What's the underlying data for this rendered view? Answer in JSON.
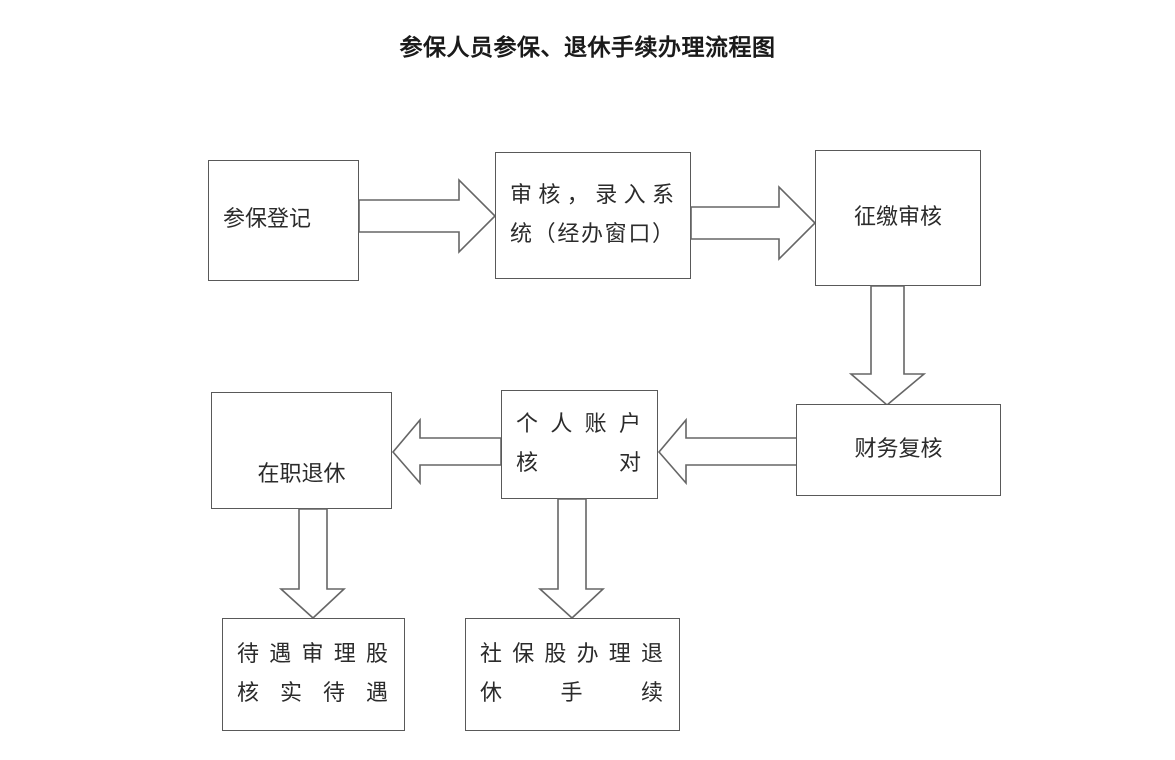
{
  "document": {
    "title": "参保人员参保、退休手续办理流程图",
    "background_color": "#ffffff",
    "line_color": "#666666",
    "text_color": "#2b2b2b"
  },
  "flowchart": {
    "type": "process-flow",
    "nodes": [
      {
        "id": "canbao-dengji",
        "label": "参保登记",
        "row": 1,
        "col": 1
      },
      {
        "id": "shenhe-luru",
        "label": "审核，录入系\n统（经办窗口）",
        "row": 1,
        "col": 2
      },
      {
        "id": "zhengjiao-shenhe",
        "label": "征缴审核",
        "row": 1,
        "col": 3
      },
      {
        "id": "caiwu-fuhe",
        "label": "财务复核",
        "row": 2,
        "col": 3
      },
      {
        "id": "geren-zhanghu",
        "label": "个人账户\n核对",
        "row": 2,
        "col": 2
      },
      {
        "id": "zaizhi-tuixiu",
        "label": "在职退休",
        "row": 2,
        "col": 1
      },
      {
        "id": "daiyu-shenli",
        "label": "待遇审理股\n核实待遇",
        "row": 3,
        "col": 1
      },
      {
        "id": "shebao-gu",
        "label": "社保股办理退\n休手续",
        "row": 3,
        "col": 2
      }
    ],
    "edges": [
      {
        "id": "e1",
        "from": "canbao-dengji",
        "to": "shenhe-luru",
        "direction": "right",
        "style": "block-arrow"
      },
      {
        "id": "e2",
        "from": "shenhe-luru",
        "to": "zhengjiao-shenhe",
        "direction": "right",
        "style": "block-arrow"
      },
      {
        "id": "e3",
        "from": "zhengjiao-shenhe",
        "to": "caiwu-fuhe",
        "direction": "down",
        "style": "block-arrow"
      },
      {
        "id": "e4",
        "from": "caiwu-fuhe",
        "to": "geren-zhanghu",
        "direction": "left",
        "style": "block-arrow"
      },
      {
        "id": "e5",
        "from": "geren-zhanghu",
        "to": "zaizhi-tuixiu",
        "direction": "left",
        "style": "block-arrow"
      },
      {
        "id": "e6",
        "from": "zaizhi-tuixiu",
        "to": "daiyu-shenli",
        "direction": "down",
        "style": "block-arrow"
      },
      {
        "id": "e7",
        "from": "geren-zhanghu",
        "to": "shebao-gu",
        "direction": "down",
        "style": "block-arrow"
      }
    ]
  }
}
